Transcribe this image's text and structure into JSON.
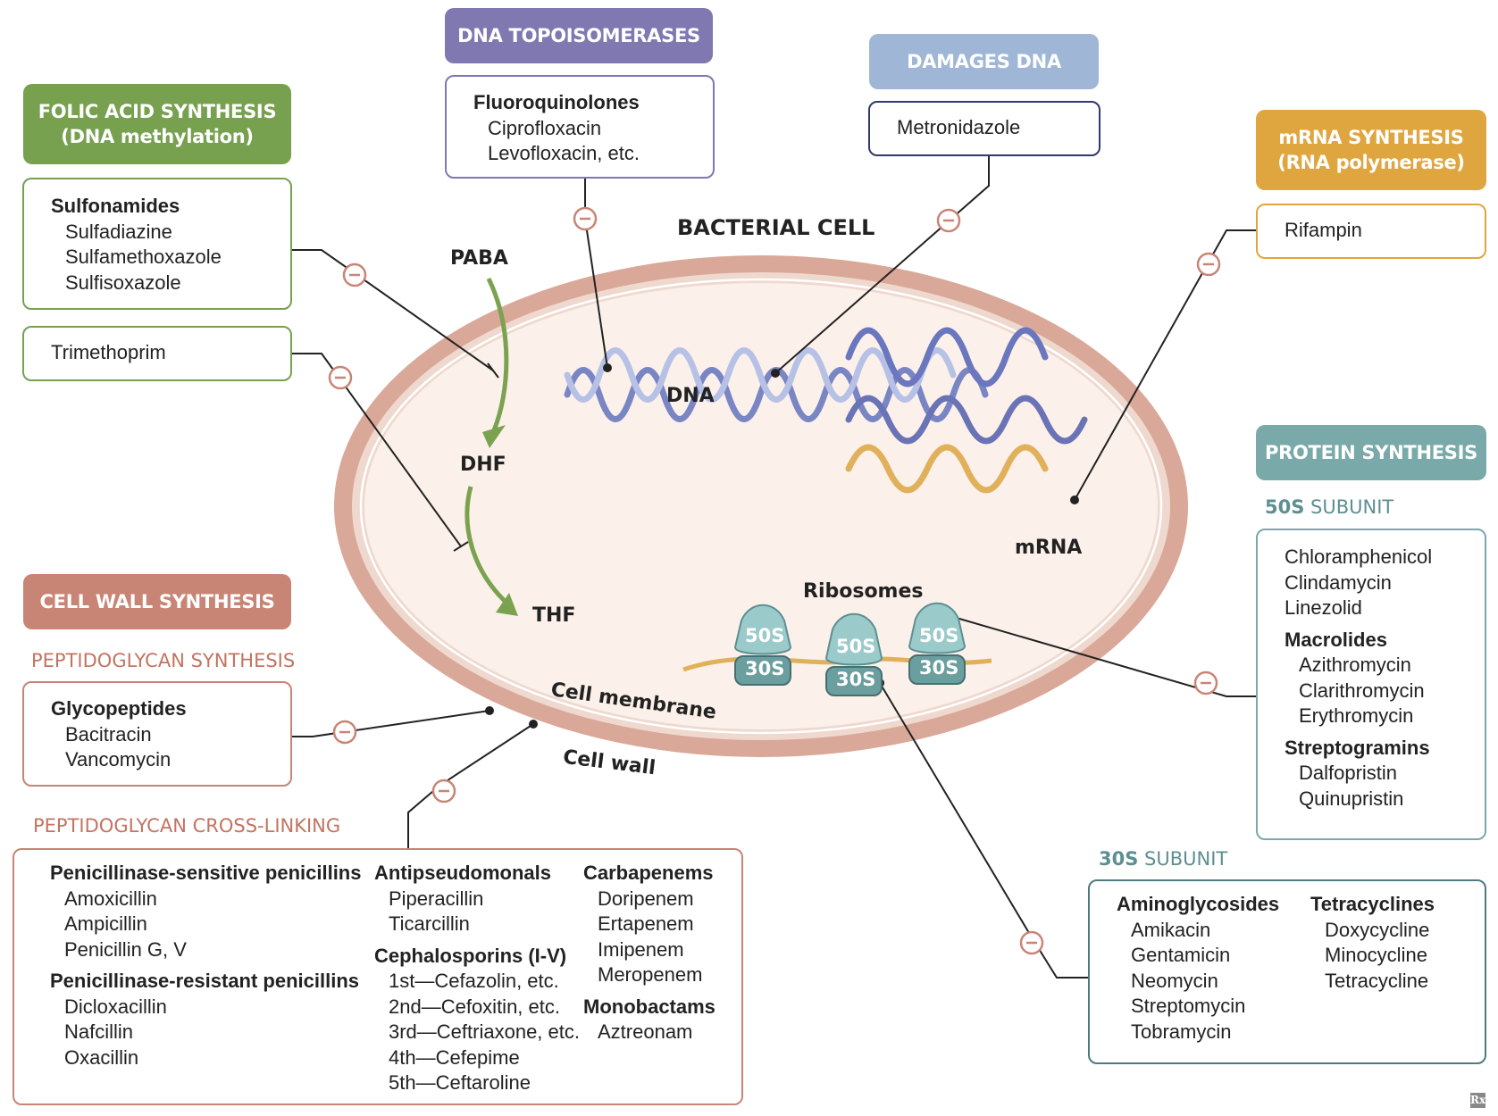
{
  "colors": {
    "folic": "#77a04f",
    "topo": "#7f78b1",
    "damage": "#9fb6d6",
    "mrna_synth": "#dfa640",
    "cellwall": "#c88575",
    "protein": "#79a9a8",
    "peptido_text": "#c27461",
    "subunit_text": "#5d8f92",
    "membrane": "#d9a898",
    "green_arrow": "#7aa24f"
  },
  "title": "BACTERIAL CELL",
  "labels": {
    "paba": "PABA",
    "dhf": "DHF",
    "thf": "THF",
    "dna": "DNA",
    "mrna": "mRNA",
    "ribosomes": "Ribosomes",
    "cell_membrane": "Cell membrane",
    "cell_wall": "Cell wall",
    "s50": "50S",
    "s30": "30S"
  },
  "folic": {
    "header1": "FOLIC ACID SYNTHESIS",
    "header2": "(DNA methylation)",
    "group": "Sulfonamides",
    "drugs": [
      "Sulfadiazine",
      "Sulfamethoxazole",
      "Sulfisoxazole"
    ],
    "trimethoprim": "Trimethoprim"
  },
  "topo": {
    "header": "DNA TOPOISOMERASES",
    "group": "Fluoroquinolones",
    "drugs": [
      "Ciprofloxacin",
      "Levofloxacin, etc."
    ]
  },
  "damage": {
    "header": "DAMAGES DNA",
    "drug": "Metronidazole"
  },
  "mrna_synth": {
    "header1": "mRNA SYNTHESIS",
    "header2": "(RNA polymerase)",
    "drug": "Rifampin"
  },
  "protein": {
    "header": "PROTEIN SYNTHESIS",
    "sub50_bold": "50S",
    "sub50_rest": " SUBUNIT",
    "s50_drugs_top": [
      "Chloramphenicol",
      "Clindamycin",
      "Linezolid"
    ],
    "macrolides": "Macrolides",
    "macrolide_drugs": [
      "Azithromycin",
      "Clarithromycin",
      "Erythromycin"
    ],
    "streptogramins": "Streptogramins",
    "streptogramin_drugs": [
      "Dalfopristin",
      "Quinupristin"
    ],
    "sub30_bold": "30S",
    "sub30_rest": " SUBUNIT",
    "aminoglycosides": "Aminoglycosides",
    "aminoglycoside_drugs": [
      "Amikacin",
      "Gentamicin",
      "Neomycin",
      "Streptomycin",
      "Tobramycin"
    ],
    "tetracyclines": "Tetracyclines",
    "tetracycline_drugs": [
      "Doxycycline",
      "Minocycline",
      "Tetracycline"
    ]
  },
  "cellwall": {
    "header": "CELL WALL SYNTHESIS",
    "pep_synth": "PEPTIDOGLYCAN SYNTHESIS",
    "glyco": "Glycopeptides",
    "glyco_drugs": [
      "Bacitracin",
      "Vancomycin"
    ],
    "crosslink": "PEPTIDOGLYCAN CROSS-LINKING",
    "pen_sens": "Penicillinase-sensitive penicillins",
    "pen_sens_drugs": [
      "Amoxicillin",
      "Ampicillin",
      "Penicillin G, V"
    ],
    "pen_res": "Penicillinase-resistant penicillins",
    "pen_res_drugs": [
      "Dicloxacillin",
      "Nafcillin",
      "Oxacillin"
    ],
    "antipseudo": "Antipseudomonals",
    "antipseudo_drugs": [
      "Piperacillin",
      "Ticarcillin"
    ],
    "cephalo": "Cephalosporins (I-V)",
    "cephalo_drugs": [
      "1st—Cefazolin, etc.",
      "2nd—Cefoxitin, etc.",
      "3rd—Ceftriaxone, etc.",
      "4th—Cefepime",
      "5th—Ceftaroline"
    ],
    "carbapenems": "Carbapenems",
    "carbapenem_drugs": [
      "Doripenem",
      "Ertapenem",
      "Imipenem",
      "Meropenem"
    ],
    "monobactams": "Monobactams",
    "monobactam_drugs": [
      "Aztreonam"
    ]
  },
  "logo": "Rx"
}
